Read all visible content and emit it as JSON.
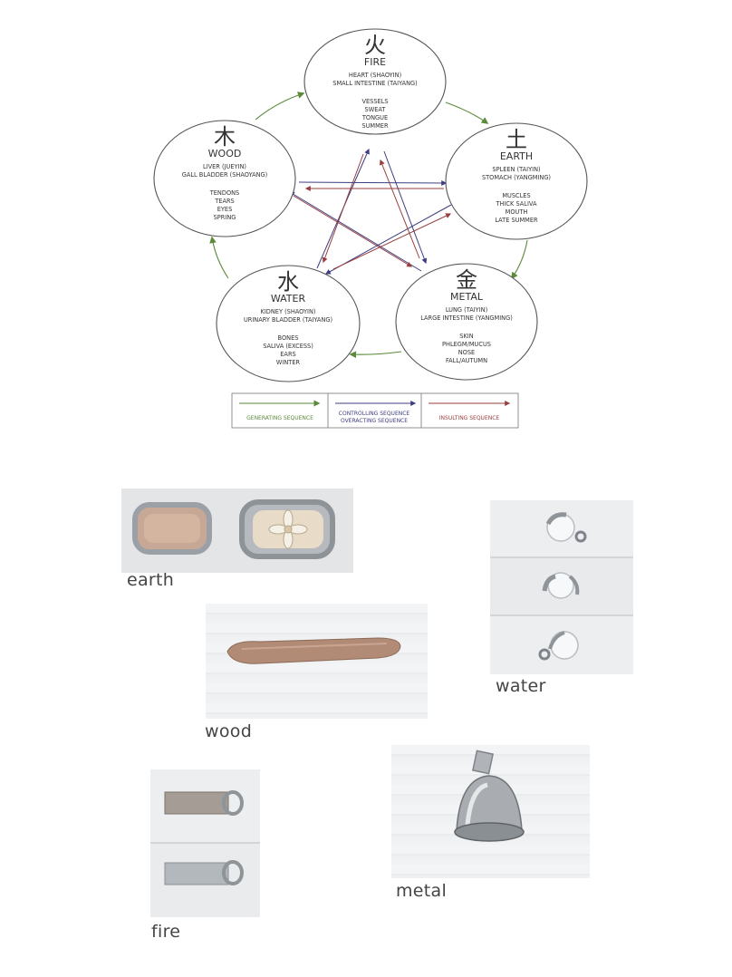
{
  "elements": [
    {
      "key": "fire",
      "glyph": "火",
      "name": "FIRE",
      "organs": [
        "HEART (SHAOYIN)",
        "SMALL INTESTINE (TAIYANG)"
      ],
      "correspondences": [
        "VESSELS",
        "SWEAT",
        "TONGUE",
        "SUMMER"
      ]
    },
    {
      "key": "earth",
      "glyph": "土",
      "name": "EARTH",
      "organs": [
        "SPLEEN (TAIYIN)",
        "STOMACH (YANGMING)"
      ],
      "correspondences": [
        "MUSCLES",
        "THICK SALIVA",
        "MOUTH",
        "LATE SUMMER"
      ]
    },
    {
      "key": "metal",
      "glyph": "金",
      "name": "METAL",
      "organs": [
        "LUNG (TAIYIN)",
        "LARGE INTESTINE (YANGMING)"
      ],
      "correspondences": [
        "SKIN",
        "PHLEGM/MUCUS",
        "NOSE",
        "FALL/AUTUMN"
      ]
    },
    {
      "key": "water",
      "glyph": "水",
      "name": "WATER",
      "organs": [
        "KIDNEY (SHAOYIN)",
        "URINARY BLADDER (TAIYANG)"
      ],
      "correspondences": [
        "BONES",
        "SALIVA (EXCESS)",
        "EARS",
        "WINTER"
      ]
    },
    {
      "key": "wood",
      "glyph": "木",
      "name": "WOOD",
      "organs": [
        "LIVER (JUEYIN)",
        "GALL BLADDER (SHAOYANG)"
      ],
      "correspondences": [
        "TENDONS",
        "TEARS",
        "EYES",
        "SPRING"
      ]
    }
  ],
  "legend": {
    "generating": "GENERATING SEQUENCE",
    "controlling_1": "CONTROLLING SEQUENCE",
    "controlling_2": "OVERACTING SEQUENCE",
    "insulting": "INSULTING SEQUENCE"
  },
  "colors": {
    "generating": "#5a8a3a",
    "controlling": "#3d3d82",
    "insulting": "#9a3d3d",
    "circle_stroke": "#555555"
  },
  "photos": {
    "earth": "earth",
    "water": "water",
    "wood": "wood",
    "fire": "fire",
    "metal": "metal"
  }
}
